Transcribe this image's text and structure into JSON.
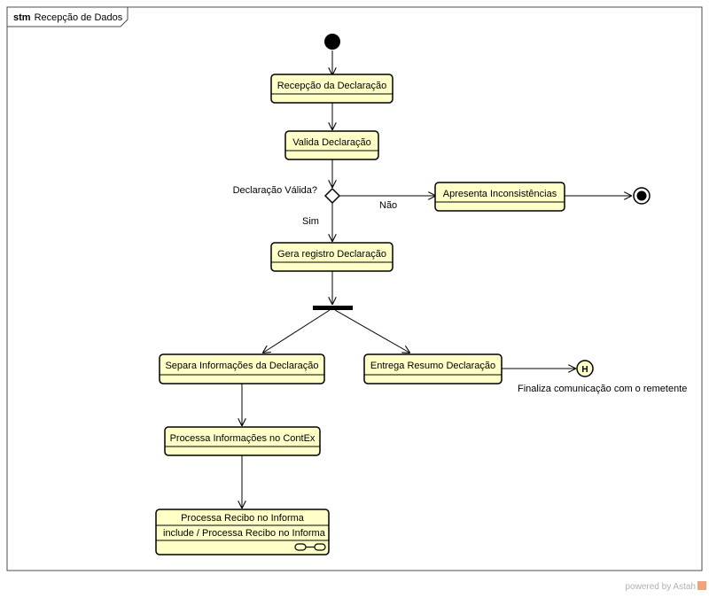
{
  "frame": {
    "keyword": "stm",
    "title": "Recepção de Dados"
  },
  "states": {
    "recepcao": "Recepção da Declaração",
    "valida": "Valida Declaração",
    "apresenta": "Apresenta Inconsistências",
    "gera": "Gera registro Declaração",
    "separa": "Separa Informações da Declaração",
    "entrega": "Entrega Resumo Declaração",
    "processa_info": "Processa Informações no ContEx",
    "processa_recibo": "Processa Recibo no Informa",
    "processa_recibo_activity": "include / Processa Recibo no Informa"
  },
  "labels": {
    "decision_question": "Declaração Válida?",
    "guard_nao": "Não",
    "guard_sim": "Sim",
    "history_note": "Finaliza comunicação com o remetente",
    "history_symbol": "H"
  },
  "watermark": {
    "text": "powered by Astah"
  }
}
